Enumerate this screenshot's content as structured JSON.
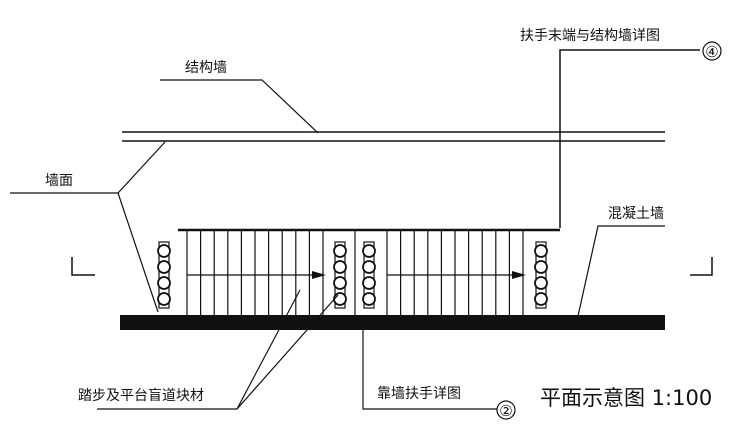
{
  "labels": {
    "structural_wall": "结构墙",
    "wall_face": "墙面",
    "handrail_end_detail": "扶手末端与结构墙详图",
    "handrail_end_ref": "④",
    "concrete_wall": "混凝土墙",
    "tactile_blocks": "踏步及平台盲道块材",
    "wall_handrail_detail": "靠墙扶手详图",
    "wall_handrail_ref": "②",
    "title": "平面示意图 1:100"
  },
  "colors": {
    "ink": "#111111",
    "background": "#ffffff"
  }
}
